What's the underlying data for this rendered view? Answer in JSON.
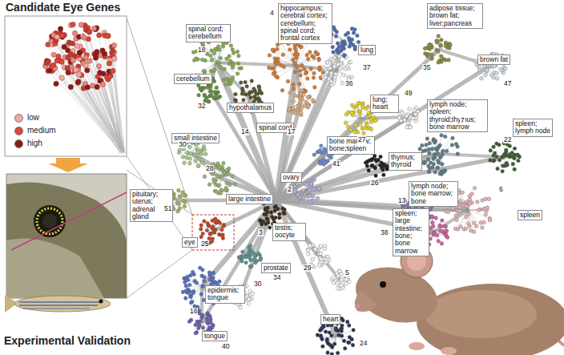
{
  "diagram": {
    "nodes": [
      {
        "text": [
          "hippocampus; cerebral cortex; cerebellum; spinal cord; frontal cortex"
        ]
      },
      {
        "text": [
          "spinal cord; cerebellum"
        ]
      },
      {
        "text": [
          "lung"
        ]
      },
      {
        "text": [
          "adipose tissue; brown fat; liver;pancreas"
        ]
      },
      {
        "text": [
          "brown fat"
        ]
      },
      {
        "text": [
          "cerebellum"
        ]
      },
      {
        "text": [
          "hypothalamus"
        ]
      },
      {
        "text": [
          "spinal cord"
        ]
      },
      {
        "text": [
          "lung; heart"
        ]
      },
      {
        "text": [
          "lymph node; spleen; thyroid;thymus; bone marrow"
        ]
      },
      {
        "text": [
          "spleen; lymph node"
        ]
      },
      {
        "text": [
          "small intestine"
        ]
      },
      {
        "text": [
          "bone marrow; bone;spleen"
        ]
      },
      {
        "text": [
          "ovary"
        ]
      },
      {
        "text": [
          "thymus; thyroid"
        ]
      },
      {
        "text": [
          "lymph node; bone marrow; bone"
        ]
      },
      {
        "text": [
          "pituitary; uterus; adrenal gland"
        ]
      },
      {
        "text": [
          "large intestine"
        ]
      },
      {
        "text": [
          "spleen"
        ]
      },
      {
        "text": [
          "testis; oocyte"
        ]
      },
      {
        "text": [
          "eye"
        ]
      },
      {
        "text": [
          "spleen; large intestine; bone; bone marrow"
        ]
      },
      {
        "text": [
          "prostate"
        ]
      },
      {
        "text": [
          "epidermis; tongue"
        ]
      },
      {
        "text": [
          "heart"
        ]
      },
      {
        "text": [
          "tongue"
        ]
      }
    ],
    "labels": [
      "Candidate Eye Genes",
      "Experimental Validation",
      "4",
      "18",
      "36",
      "37",
      "35",
      "47",
      "32",
      "14",
      "17",
      "27",
      "49",
      "7",
      "22",
      "30",
      "2",
      "41",
      "26",
      "28",
      "13",
      "6",
      "51",
      "3",
      "38",
      "25",
      "34",
      "29",
      "5",
      "16",
      "30",
      "40",
      "24"
    ],
    "legend": [
      {
        "text": "low",
        "color": "#f2a9a2"
      },
      {
        "text": "medium",
        "color": "#d9473b"
      },
      {
        "text": "high",
        "color": "#8b1a1a"
      }
    ]
  }
}
